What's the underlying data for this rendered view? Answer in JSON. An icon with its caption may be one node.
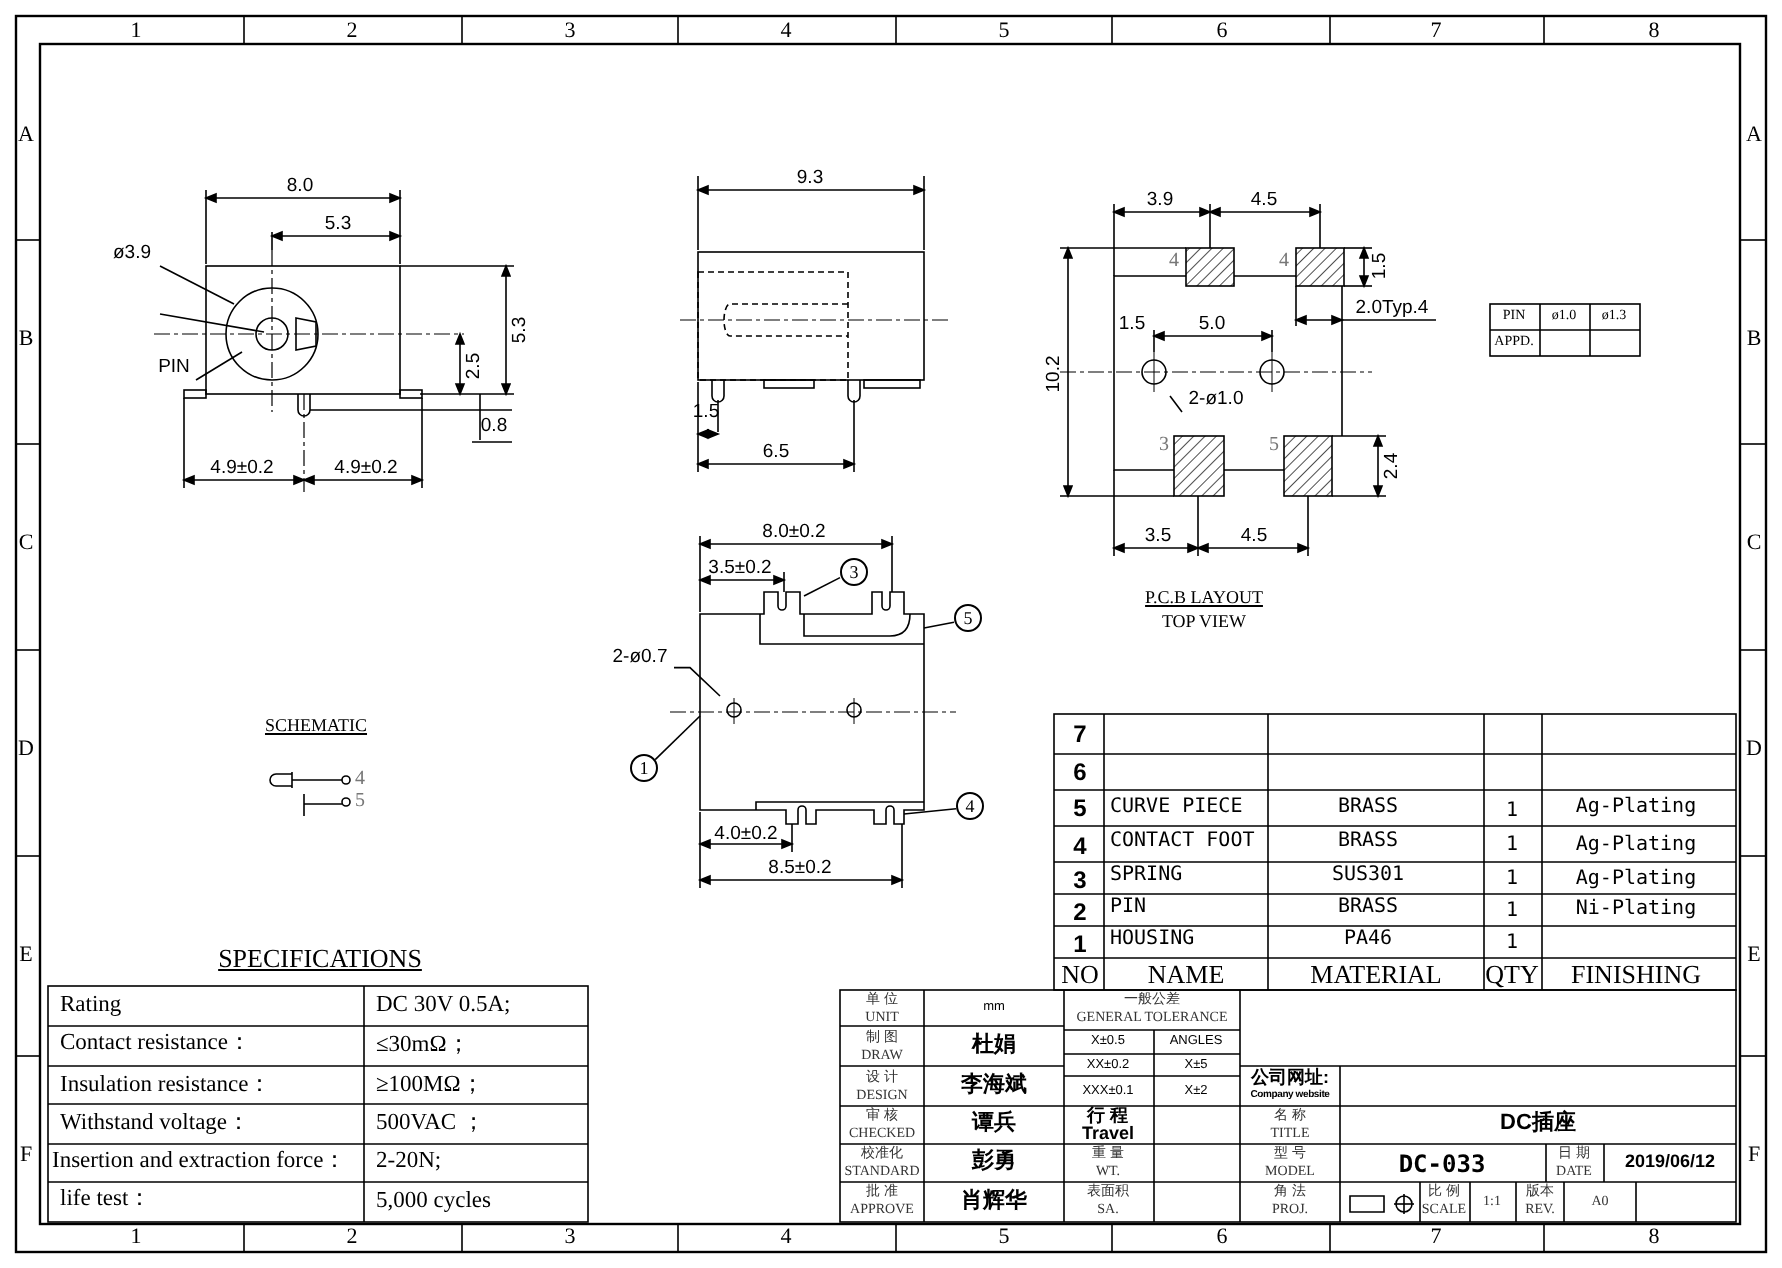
{
  "diagram": {
    "nodes": [
      {
        "text": [
          "ø3.9"
        ]
      },
      {
        "text": [
          "PIN"
        ]
      },
      {
        "text": [
          "2-ø0.7"
        ]
      },
      {
        "text": [
          "3"
        ]
      },
      {
        "text": [
          "5"
        ]
      },
      {
        "text": [
          "1"
        ]
      },
      {
        "text": [
          "4"
        ]
      },
      {
        "text": [
          "2-ø1.0"
        ]
      }
    ],
    "edges": [
      {
        "from": 0,
        "to": null,
        "arrow": "none"
      },
      {
        "from": 1,
        "to": null,
        "arrow": "none"
      },
      {
        "from": 2,
        "to": null,
        "arrow": "none"
      },
      {
        "from": 3,
        "to": null,
        "arrow": "none"
      },
      {
        "from": 4,
        "to": null,
        "arrow": "none"
      },
      {
        "from": 5,
        "to": null,
        "arrow": "none"
      },
      {
        "from": 6,
        "to": null,
        "arrow": "none"
      },
      {
        "from": 7,
        "to": null,
        "arrow": "none"
      }
    ],
    "labels": [
      "1",
      "2",
      "3",
      "4",
      "5",
      "6",
      "7",
      "8",
      "A",
      "B",
      "C",
      "D",
      "E",
      "F",
      "A",
      "B",
      "C",
      "D",
      "E",
      "F",
      "8.0",
      "5.3",
      "5.3",
      "2.5",
      "0.8",
      "4.9±0.2",
      "4.9±0.2",
      "9.3",
      "1.5",
      "6.5",
      "3.9",
      "4.5",
      "4",
      "4",
      "1.5",
      "2.0Typ.4",
      "1.5",
      "5.0",
      "10.2",
      "3",
      "5",
      "2.4",
      "3.5",
      "4.5",
      "P.C.B LAYOUT",
      "TOP VIEW",
      "PIN",
      "ø1.0",
      "ø1.3",
      "APPD.",
      "8.0±0.2",
      "3.5±0.2",
      "4.0±0.2",
      "8.5±0.2",
      "SCHEMATIC",
      "4",
      "5",
      "7",
      "6",
      "5",
      "CURVE PIECE",
      "BRASS",
      "1",
      "Ag-Plating",
      "4",
      "CONTACT FOOT",
      "BRASS",
      "1",
      "Ag-Plating",
      "3",
      "SPRING",
      "SUS301",
      "1",
      "Ag-Plating",
      "2",
      "PIN",
      "BRASS",
      "1",
      "Ni-Plating",
      "1",
      "HOUSING",
      "PA46",
      "1",
      "NO",
      "NAME",
      "MATERIAL",
      "QTY",
      "FINISHING",
      "SPECIFICATIONS",
      "Rating",
      "DC 30V 0.5A;",
      "Contact resistance：",
      "≤30mΩ；",
      "Insulation resistance：",
      "≥100MΩ；",
      "Withstand voltage：",
      "500VAC ；",
      "Insertion and extraction force：",
      "2-20N;",
      "life test：",
      "5,000 cycles",
      "单 位",
      "UNIT",
      "mm",
      "一般公差",
      "GENERAL TOLERANCE",
      "制 图",
      "DRAW",
      "杜娟",
      "X±0.5",
      "ANGLES",
      "XX±0.2",
      "X±5",
      "设 计",
      "DESIGN",
      "李海斌",
      "XXX±0.1",
      "X±2",
      "公司网址:",
      "Company website",
      "审 核",
      "CHECKED",
      "谭兵",
      "行 程",
      "Travel",
      "名 称",
      "TITLE",
      "DC插座",
      "校准化",
      "STANDARD",
      "彭勇",
      "重 量",
      "WT.",
      "型 号",
      "MODEL",
      "DC-033",
      "日 期",
      "DATE",
      "2019/06/12",
      "批 准",
      "APPROVE",
      "肖辉华",
      "表面积",
      "SA.",
      "角 法",
      "PROJ.",
      "比 例",
      "SCALE",
      "1:1",
      "版本",
      "REV.",
      "A0",
      "1",
      "2",
      "3",
      "4",
      "5",
      "6",
      "7",
      "8"
    ]
  }
}
